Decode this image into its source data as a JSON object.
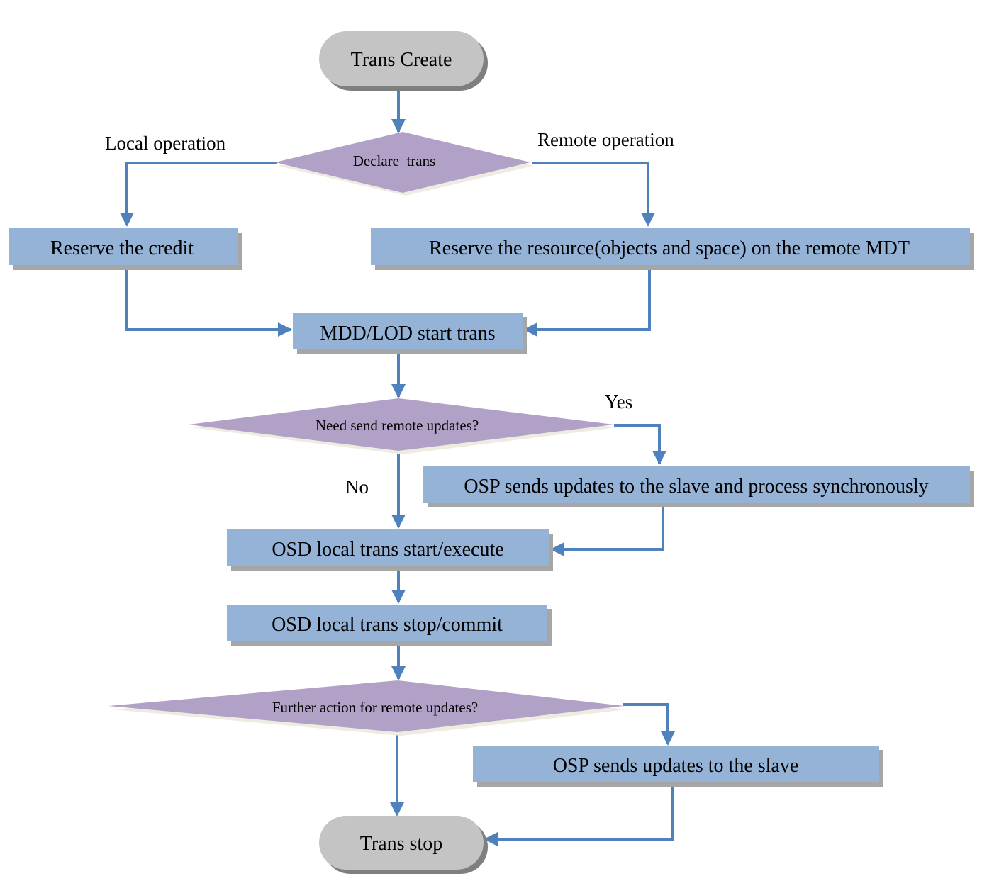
{
  "colors": {
    "terminal": "#c4c4c4",
    "terminal_shadow": "#7f7f7f",
    "process": "#95b3d7",
    "process_shadow": "#a6a6a6",
    "decision": "#b2a1c7",
    "connector": "#4f81bd"
  },
  "nodes": {
    "trans_create": "Trans Create",
    "declare_trans": "Declare  trans",
    "reserve_credit": "Reserve the credit",
    "reserve_resource": "Reserve the resource(objects and space) on the remote MDT",
    "mdd_lod_start": "MDD/LOD start trans",
    "need_send_remote": "Need send remote updates?",
    "osp_sends_sync": "OSP sends updates to the slave and process synchronously",
    "osd_start_execute": "OSD local trans start/execute",
    "osd_stop_commit": "OSD local trans stop/commit",
    "further_action": "Further action for remote updates?",
    "osp_sends_slave": "OSP sends updates to the slave",
    "trans_stop": "Trans stop"
  },
  "edge_labels": {
    "local_operation": "Local operation",
    "remote_operation": "Remote operation",
    "yes": "Yes",
    "no": "No"
  }
}
